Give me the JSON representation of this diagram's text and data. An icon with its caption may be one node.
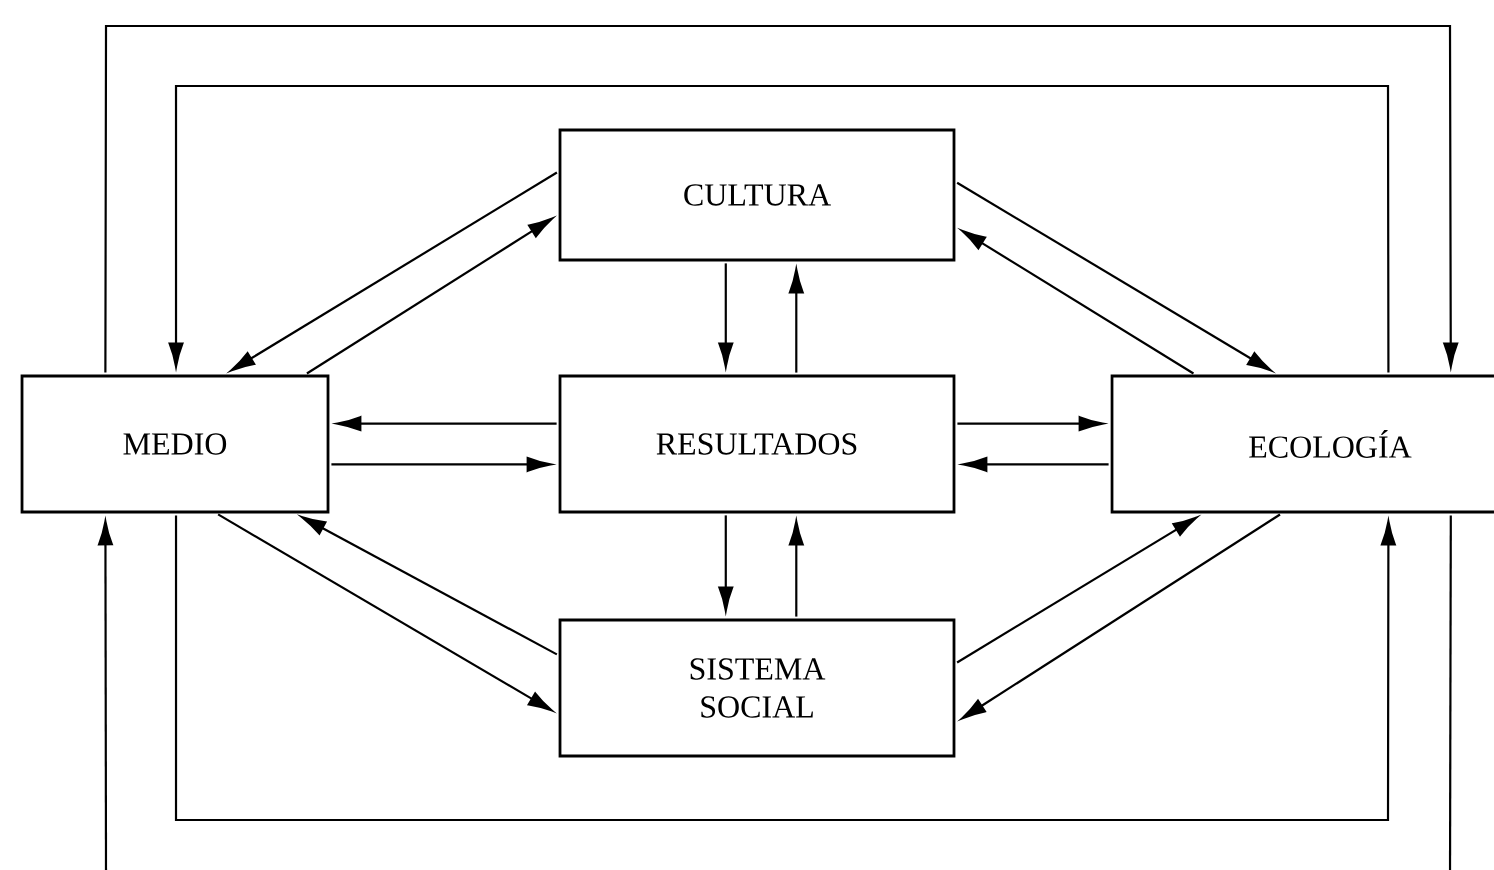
{
  "diagram": {
    "nodes": [
      {
        "text": [
          "CULTURA"
        ]
      },
      {
        "text": [
          "MEDIO"
        ]
      },
      {
        "text": [
          "RESULTADOS"
        ]
      },
      {
        "text": [
          "ECOLOGÍA"
        ]
      },
      {
        "text": [
          "SISTEMA SOCIAL"
        ]
      }
    ],
    "edges": [
      {
        "from": 0,
        "to": 1,
        "arrow": "to"
      },
      {
        "from": 1,
        "to": 0,
        "arrow": "to"
      },
      {
        "from": 0,
        "to": 2,
        "arrow": "to"
      },
      {
        "from": 2,
        "to": 0,
        "arrow": "to"
      },
      {
        "from": 0,
        "to": 3,
        "arrow": "to"
      },
      {
        "from": 3,
        "to": 0,
        "arrow": "to"
      },
      {
        "from": 2,
        "to": 1,
        "arrow": "to"
      },
      {
        "from": 1,
        "to": 2,
        "arrow": "to"
      },
      {
        "from": 2,
        "to": 3,
        "arrow": "to"
      },
      {
        "from": 3,
        "to": 2,
        "arrow": "to"
      },
      {
        "from": 2,
        "to": 4,
        "arrow": "to"
      },
      {
        "from": 4,
        "to": 2,
        "arrow": "to"
      },
      {
        "from": 1,
        "to": 4,
        "arrow": "to"
      },
      {
        "from": 4,
        "to": 1,
        "arrow": "to"
      },
      {
        "from": 4,
        "to": 3,
        "arrow": "to"
      },
      {
        "from": 3,
        "to": 4,
        "arrow": "to"
      },
      {
        "from": 1,
        "to": 3,
        "arrow": "to"
      },
      {
        "from": 3,
        "to": 1,
        "arrow": "to"
      },
      {
        "from": 1,
        "to": 3,
        "arrow": "to"
      },
      {
        "from": 3,
        "to": null,
        "arrow": "none"
      },
      {
        "from": null,
        "to": 1,
        "arrow": "to"
      }
    ]
  }
}
